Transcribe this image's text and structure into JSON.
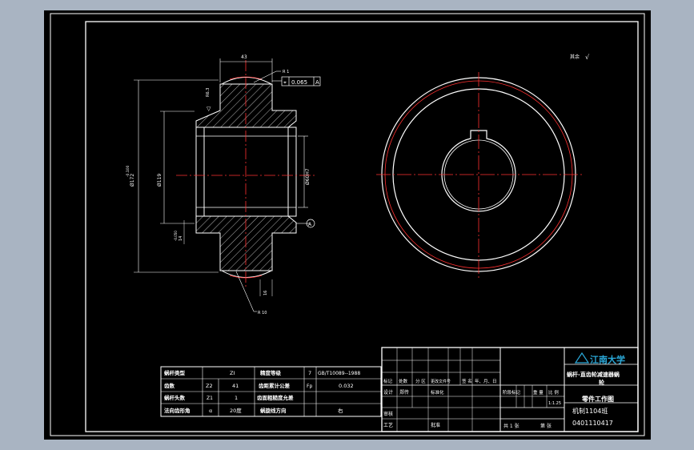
{
  "colors": {
    "background": "#a9b4c2",
    "sheet": "#000000",
    "line": "#ffffff",
    "centerline": "#ff3030",
    "logo": "#2aa8d8",
    "hatch": "#ffffff"
  },
  "corner_mark": "其余",
  "dims": {
    "d43": "43",
    "r1": "R 1",
    "tol_flat": "0.065",
    "tol_datum": "A",
    "ra": "R6.3",
    "d172": "Ø172",
    "tol172": "-0.100",
    "d119": "Ø119",
    "d60": "Ø60H7",
    "datum": "A",
    "d14": "14",
    "tol14": "-0.050",
    "r10": "R 10",
    "d16": "16"
  },
  "params": {
    "rows": [
      [
        "蜗杆类型",
        "ZI",
        "精度等级",
        "7",
        "GB/T10089--1988"
      ],
      [
        "齿数",
        "Z2",
        "41",
        "齿距累计公差",
        "Fp",
        "0.032"
      ],
      [
        "蜗杆头数",
        "Z1",
        "1",
        "齿面粗糙度允差",
        "",
        ""
      ],
      [
        "法向齿形角",
        "α",
        "20度",
        "蜗旋线方向",
        "",
        "右"
      ]
    ]
  },
  "titleblock": {
    "school": "江南大学",
    "project_line1": "蜗杆-直齿轮减速器蜗",
    "project_line2": "轮",
    "drawing_type": "零件工作图",
    "class": "机制1104班",
    "number": "0401110417",
    "revision_headers": [
      "标记",
      "处数",
      "分 区",
      "更改文件号",
      "签 名",
      "年、月、日"
    ],
    "role_design": "设计",
    "design_name": "郑传",
    "role_standard": "标准化",
    "role_review": "审核",
    "role_process": "工艺",
    "role_approve": "批准",
    "stage": "阶段标记",
    "weight": "重 量",
    "scale": "比 例",
    "scale_value": "1:1.25",
    "sheets": "共 1 张",
    "sheet_no": "第 张"
  }
}
